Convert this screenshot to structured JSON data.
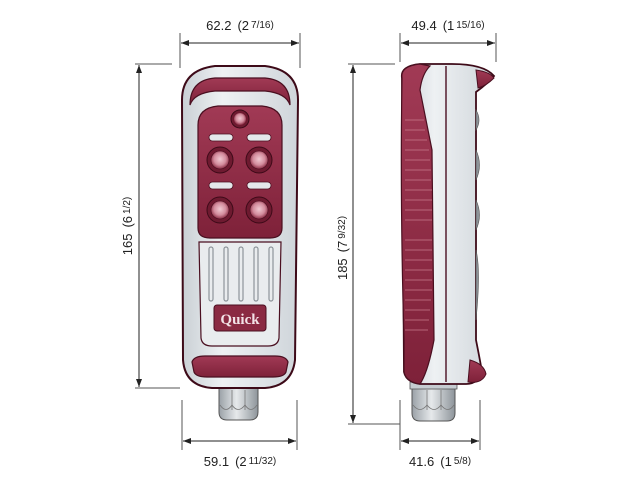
{
  "diagram": {
    "subject": "Handheld remote control — front and side dimensional views",
    "colors": {
      "body_shell": "#dfe3e6",
      "body_shell_highlight": "#f3f5f6",
      "accent_maroon": "#8a2a42",
      "accent_maroon_dark": "#4a0f20",
      "button_pink": "#d9a0ad",
      "dimension_line": "#555555",
      "connector_grey": "#b9bfc4"
    },
    "front_view": {
      "logo_text": "Quick",
      "buttons": {
        "round_count": 5,
        "bar_count": 4
      },
      "dimensions": {
        "top_width": {
          "mm": "62.2",
          "inch_whole": "(2",
          "inch_frac": "7/16)"
        },
        "bottom_width": {
          "mm": "59.1",
          "inch_whole": "(2",
          "inch_frac": "11/32)"
        },
        "height": {
          "mm": "165",
          "inch_whole": "(6",
          "inch_frac": "1/2)"
        }
      }
    },
    "side_view": {
      "dimensions": {
        "top_depth": {
          "mm": "49.4",
          "inch_whole": "(1",
          "inch_frac": "15/16)"
        },
        "bottom_depth": {
          "mm": "41.6",
          "inch_whole": "(1",
          "inch_frac": "5/8)"
        },
        "height": {
          "mm": "185",
          "inch_whole": "(7",
          "inch_frac": "9/32)"
        }
      }
    }
  }
}
